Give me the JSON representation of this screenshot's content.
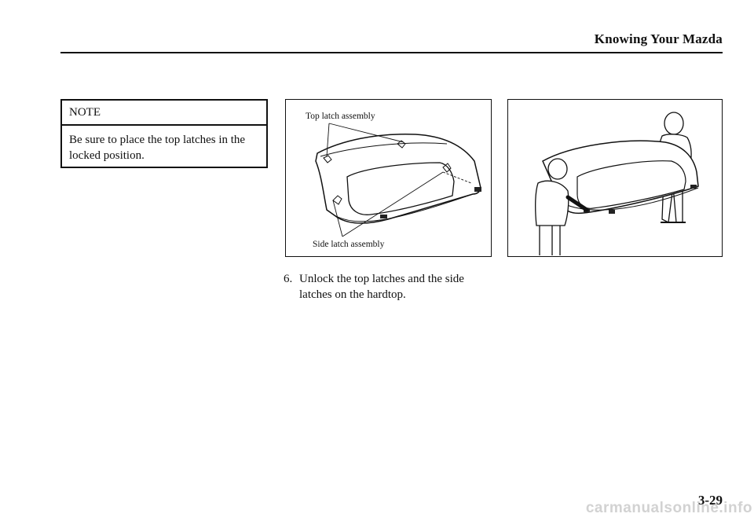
{
  "header": {
    "title": "Knowing Your Mazda"
  },
  "note": {
    "heading": "NOTE",
    "body": "Be sure to place the top latches in the locked position."
  },
  "figure_latches": {
    "top_label": "Top latch assembly",
    "side_label": "Side latch assembly"
  },
  "figure_lifting": {},
  "step": {
    "number": "6.",
    "text": "Unlock the top latches and the side latches on the hardtop."
  },
  "page_number": "3-29",
  "watermark": "carmanualsonline.info"
}
